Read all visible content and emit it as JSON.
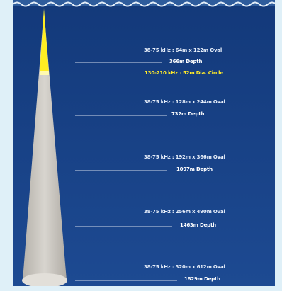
{
  "colors": {
    "water_top": "#13397a",
    "water_bottom": "#1d4a92",
    "beam": "#c9c6c0",
    "high_freq_beam": "#ffee22",
    "lines": "#cfd8e8",
    "high_freq_text": "#ffea2a",
    "page_background": "#dff0f8"
  },
  "high_frequency_label": "130-210 kHz : 52m Dia. Circle",
  "levels": [
    {
      "spec": "38-75 kHz : 64m x 122m Oval",
      "depth": "366m Depth"
    },
    {
      "spec": "38-75 kHz : 128m x 244m Oval",
      "depth": "732m Depth"
    },
    {
      "spec": "38-75 kHz : 192m x 366m Oval",
      "depth": "1097m Depth"
    },
    {
      "spec": "38-75 kHz : 256m x 490m Oval",
      "depth": "1463m Depth"
    },
    {
      "spec": "38-75 kHz : 320m x 612m Oval",
      "depth": "1829m Depth"
    }
  ]
}
